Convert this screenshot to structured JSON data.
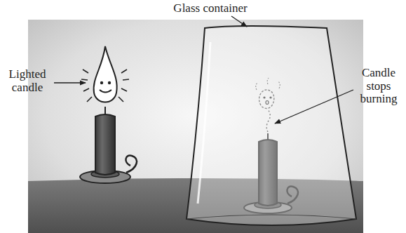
{
  "diagram": {
    "labels": [
      "Glass container",
      "Lighted candle",
      "Candle stops burning"
    ]
  }
}
